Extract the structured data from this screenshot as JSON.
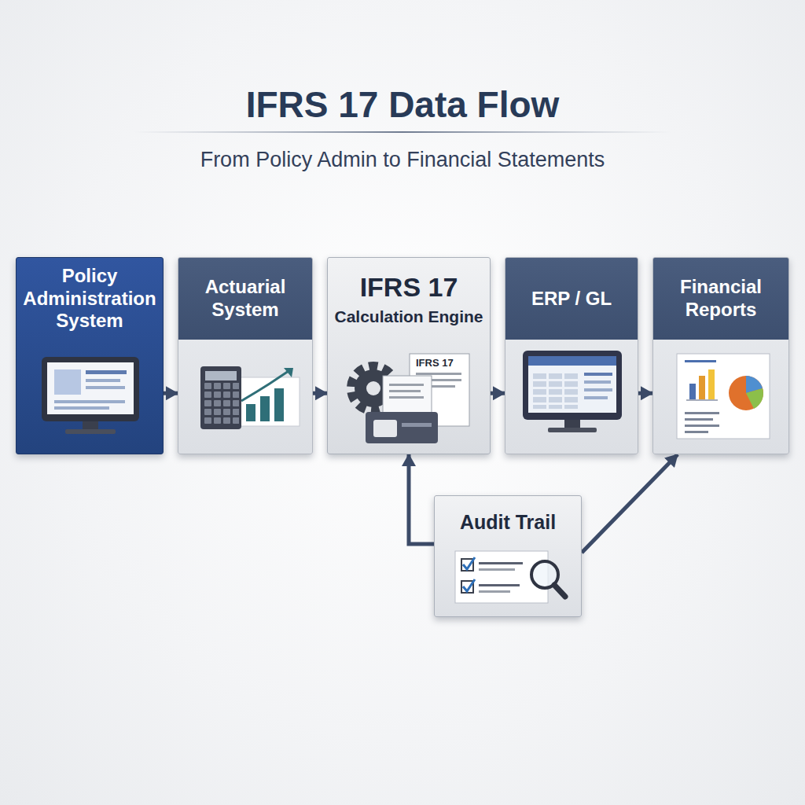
{
  "diagram": {
    "title": "IFRS 17 Data Flow",
    "nodes": [
      {
        "text": [
          "Policy Administration System"
        ]
      },
      {
        "text": [
          "Actuarial System"
        ]
      },
      {
        "text": [
          "IFRS 17",
          "Calculation Engine"
        ]
      },
      {
        "text": [
          "ERP / GL"
        ]
      },
      {
        "text": [
          "Financial Reports"
        ]
      },
      {
        "text": [
          "Audit Trail"
        ]
      }
    ],
    "edges": [
      {
        "from": 0,
        "to": 1,
        "arrow": "to"
      },
      {
        "from": 1,
        "to": 2,
        "arrow": "to"
      },
      {
        "from": 2,
        "to": 3,
        "arrow": "to"
      },
      {
        "from": 3,
        "to": 4,
        "arrow": "to"
      },
      {
        "from": 5,
        "to": 2,
        "arrow": "to"
      },
      {
        "from": 5,
        "to": 4,
        "arrow": "to"
      }
    ],
    "labels": [
      "From Policy Admin to Financial Statements",
      "IFRS 17"
    ]
  }
}
